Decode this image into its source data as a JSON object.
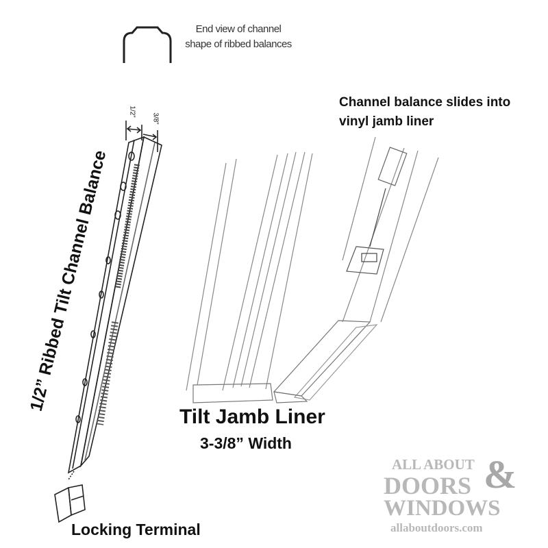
{
  "labels": {
    "end_view": "End view of channel shape of ribbed balances",
    "slides": "Channel balance slides into vinyl jamb liner",
    "balance_title": "1/2” Ribbed Tilt Channel Balance",
    "dim_half": "1/2”",
    "dim_three_eighths": "3/8”",
    "liner_title": "Tilt Jamb Liner",
    "liner_width": "3-3/8” Width",
    "terminal": "Locking Terminal"
  },
  "watermark": {
    "line1": "ALL ABOUT",
    "line2": "DOORS",
    "ampersand": "&",
    "line3": "WINDOWS",
    "url": "allaboutdoors.com",
    "color": "#b8b8b8"
  }
}
